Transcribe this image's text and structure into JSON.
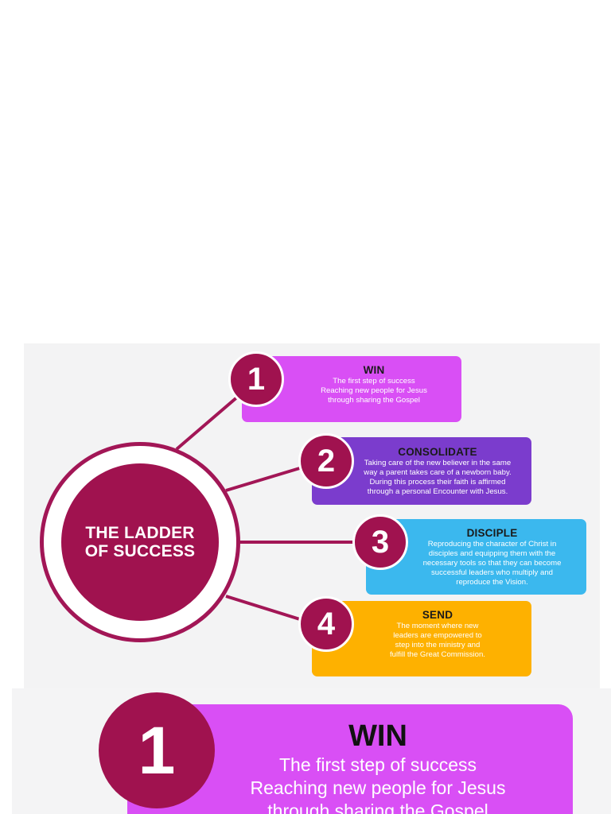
{
  "hub": {
    "title": "THE LADDER\nOF SUCCESS"
  },
  "steps": [
    {
      "number": "1",
      "title": "WIN",
      "lines": [
        "The first step of success",
        "Reaching new people for Jesus",
        "through sharing the Gospel"
      ]
    },
    {
      "number": "2",
      "title": "CONSOLIDATE",
      "lines": [
        "Taking care of the new believer in the same",
        "way a parent takes care of a newborn baby.",
        "During this process their faith is affirmed",
        "through a personal Encounter with Jesus."
      ]
    },
    {
      "number": "3",
      "title": "DISCIPLE",
      "lines": [
        "Reproducing the character of Christ in",
        "disciples and equipping them with the",
        "necessary tools so that they can become",
        "successful leaders who multiply and",
        "reproduce the Vision."
      ]
    },
    {
      "number": "4",
      "title": "SEND",
      "lines": [
        "The moment where new",
        "leaders are empowered to",
        "step into the ministry and",
        "fulfill the Great Commission."
      ]
    }
  ],
  "zoom": {
    "number": "1",
    "title": "WIN",
    "lines": [
      "The first step of success",
      "Reaching new people for Jesus",
      "through sharing the Gospel"
    ]
  },
  "colors": {
    "hub": "#a0124f",
    "win": "#d94ff5",
    "consolidate": "#7b3ccd",
    "disciple": "#3bb8ee",
    "send": "#feb100"
  }
}
